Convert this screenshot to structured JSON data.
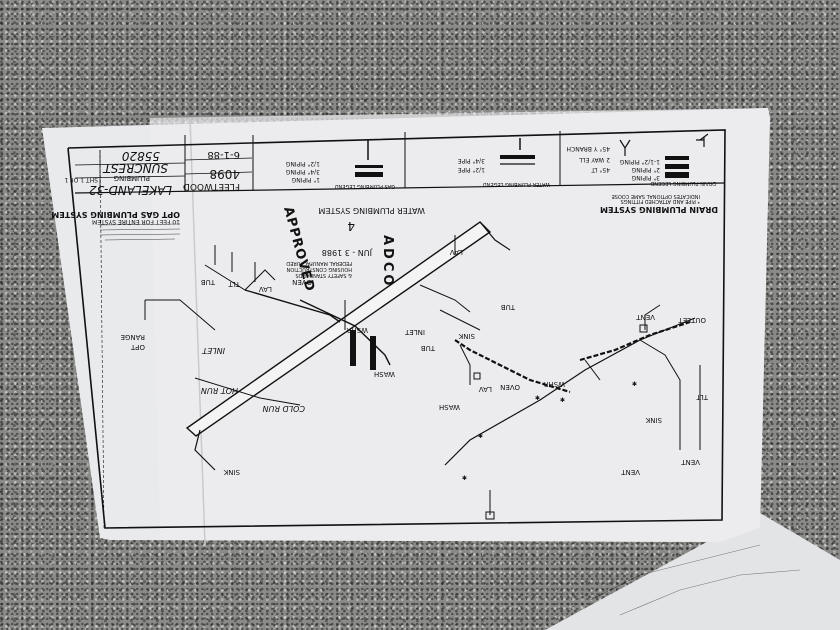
{
  "title_block": {
    "line1": "FLEETWOOD",
    "line2": "LAKELAND-32",
    "line3": "PLUMBING",
    "line4": "SUNCREST",
    "line5": "55820",
    "line6": "4098",
    "line7": "6-1-88",
    "sheet": "SHT 1 OF 1"
  },
  "drain_legend": {
    "title": "DRAIN PLUMBING LEGEND",
    "items": [
      "1-1/2\" PIPING",
      "2\" PIPING",
      "3\" PIPING",
      "45° Y BRANCH",
      "2 WAY ELL",
      "45° LT"
    ]
  },
  "water_legend": {
    "title": "WATER PLUMBING LEGEND",
    "items": [
      "1/2\" PIPE",
      "3/4\" PIPE"
    ]
  },
  "gas_legend": {
    "title": "GAS PLUMBING LEGEND",
    "items": [
      "1\" PIPING",
      "3/4\" PIPING",
      "1/2\" PIPING"
    ]
  },
  "headings": {
    "drain": "DRAIN PLUMBING SYSTEM",
    "drain_note1": "INDICATES OPTIONAL SAME COOSE",
    "drain_note2": "* PIPE AND ATTACHED FITTINGS",
    "water": "WATER PLUMBING SYSTEM",
    "water_number": "4",
    "gas": "OPT GAS PLUMBING SYSTEM",
    "gas_note": "10 FEET FOR ENTIRE SYSTEM"
  },
  "stamp": {
    "org": "ADCO",
    "approved": "APPROVED",
    "date": "JUN - 3 1988",
    "note1": "FEDERAL MANUFACTURED",
    "note2": "HOUSING CONSTRUCTION",
    "note3": "& SAFETY STANDARDS"
  },
  "labels": {
    "hot_run": "HOT RUN",
    "cold_run": "COLD RUN",
    "inlet": "INLET",
    "outlet": "OUTLET",
    "lav": "LAV",
    "tub": "TUB",
    "sink": "SINK",
    "wash": "WASH",
    "wshr": "WSHR",
    "tlt": "TLT",
    "vent": "VENT",
    "oven": "OVEN",
    "range": "RANGE",
    "opt": "OPT"
  },
  "colors": {
    "paper": "#e9eaec",
    "ink": "#111111",
    "granite": "#8a8a88"
  }
}
